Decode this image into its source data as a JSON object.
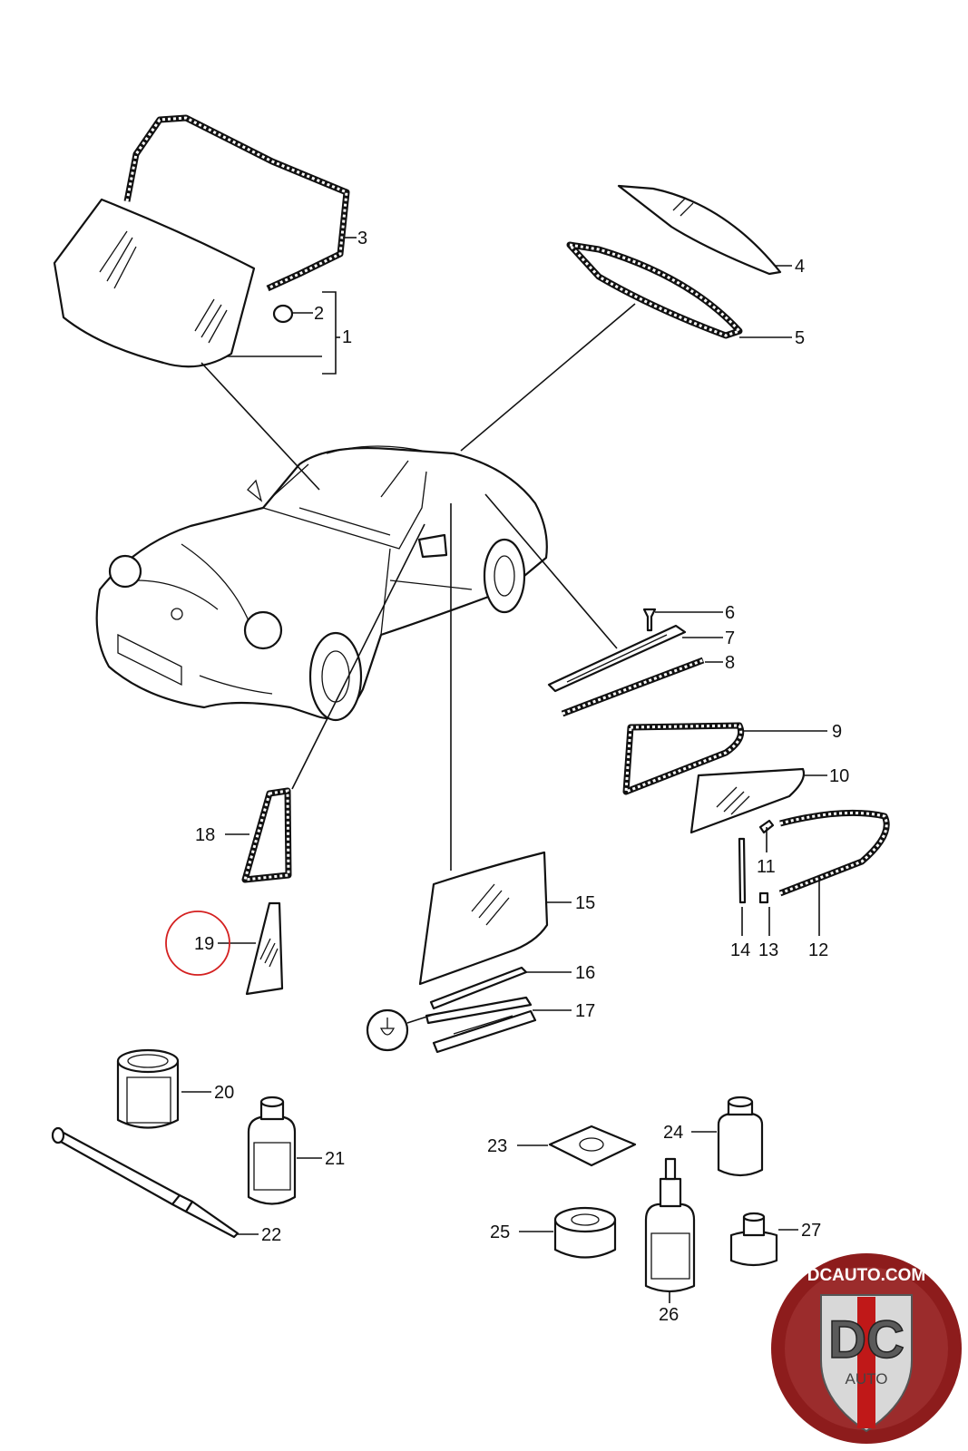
{
  "diagram": {
    "callouts": [
      "1",
      "2",
      "3",
      "4",
      "5",
      "6",
      "7",
      "8",
      "9",
      "10",
      "11",
      "12",
      "13",
      "14",
      "15",
      "16",
      "17",
      "18",
      "19",
      "20",
      "21",
      "22",
      "23",
      "24",
      "25",
      "26",
      "27"
    ],
    "highlighted_callout": "19",
    "highlight_color": "#d42020"
  },
  "watermark": {
    "text_top": "DCAUTO.COM",
    "text_main": "DC",
    "text_sub": "AUTO",
    "colors": {
      "ring": "#8d1c1c",
      "badge": "#d8d8d8",
      "stripe": "#c01818"
    }
  }
}
